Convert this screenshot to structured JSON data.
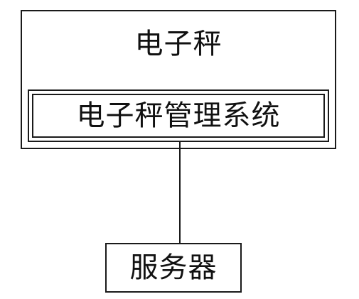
{
  "diagram": {
    "scale": {
      "label": "电子秤"
    },
    "management_system": {
      "label": "电子秤管理系统"
    },
    "server": {
      "label": "服务器"
    },
    "colors": {
      "line": "#1a1a1a",
      "background": "#ffffff"
    }
  }
}
